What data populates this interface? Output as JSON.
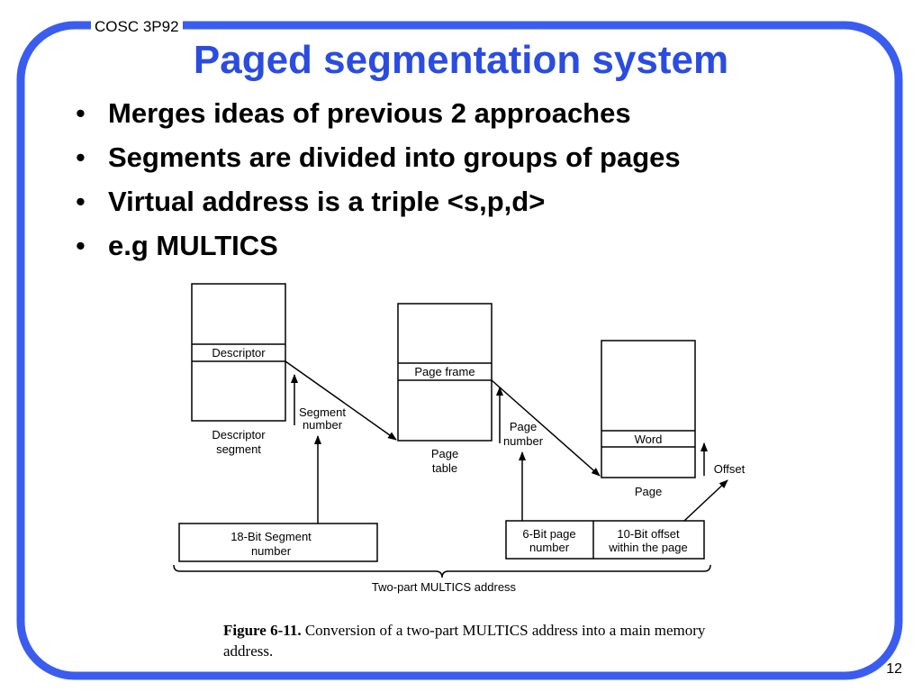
{
  "header": {
    "course": "COSC 3P92",
    "title": "Paged segmentation system"
  },
  "bullets": [
    "Merges ideas of previous 2 approaches",
    "Segments are divided into groups of pages",
    "Virtual address is a triple  <s,p,d>",
    "e.g MULTICS"
  ],
  "diagram": {
    "descriptor_entry": "Descriptor",
    "descriptor_segment": [
      "Descriptor",
      "segment"
    ],
    "segment_number": [
      "Segment",
      "number"
    ],
    "page_frame_entry": "Page frame",
    "page_table": [
      "Page",
      "table"
    ],
    "page_number": [
      "Page",
      "number"
    ],
    "word_entry": "Word",
    "page": "Page",
    "offset": "Offset",
    "segment_field": [
      "18-Bit Segment",
      "number"
    ],
    "page_field": [
      "6-Bit page",
      "number"
    ],
    "offset_field": [
      "10-Bit offset",
      "within the page"
    ],
    "address_label": "Two-part MULTICS address"
  },
  "caption": {
    "figure": "Figure 6-11.",
    "text": "Conversion of a two-part MULTICS address into a main memory address."
  },
  "footer": {
    "page_number": "12"
  },
  "colors": {
    "accent": "#3a5cf0",
    "title": "#2a4ce0"
  }
}
